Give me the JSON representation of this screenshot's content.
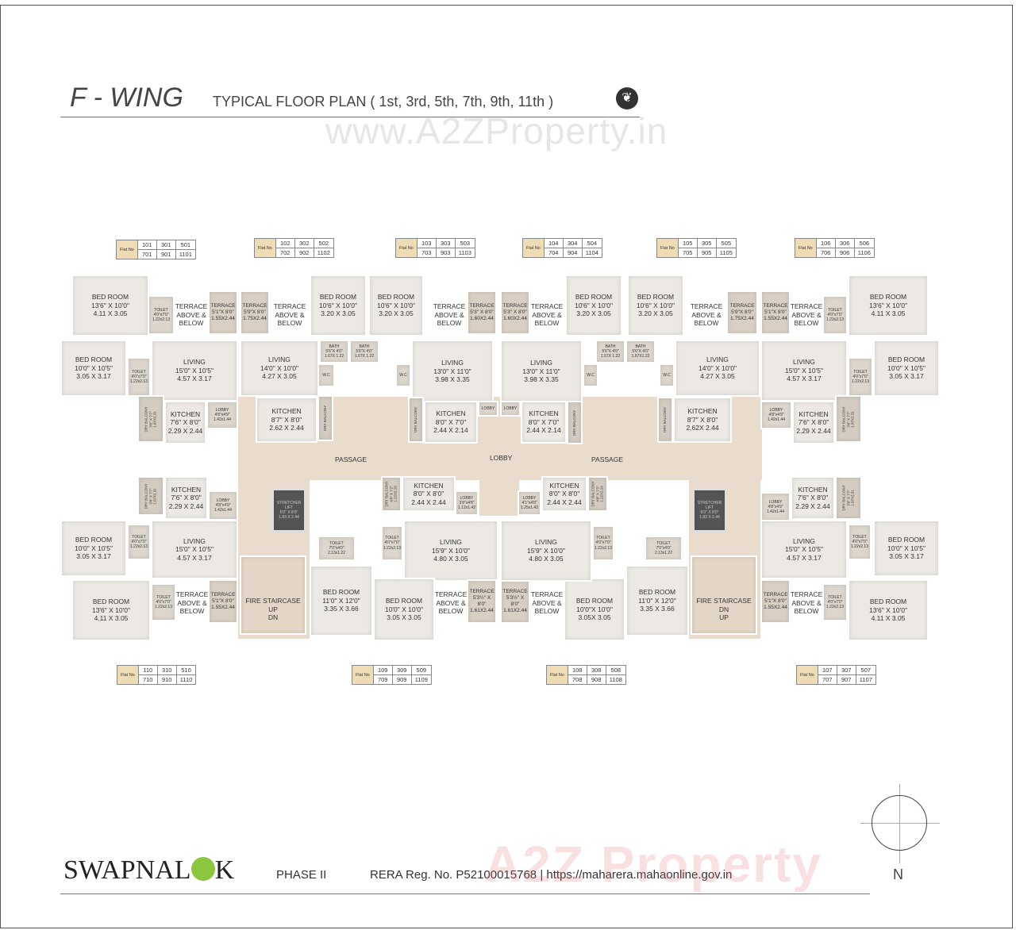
{
  "header": {
    "title": "F - WING",
    "subtitle": "TYPICAL FLOOR PLAN ( 1st, 3rd, 5th, 7th, 9th, 11th )",
    "watermark": "www.A2ZProperty.in",
    "icon": "leaf-icon"
  },
  "flat_label": "Flat No",
  "flat_tables_top": [
    [
      "101",
      "301",
      "501",
      "701",
      "901",
      "1101"
    ],
    [
      "102",
      "302",
      "502",
      "702",
      "902",
      "1102"
    ],
    [
      "103",
      "303",
      "503",
      "703",
      "903",
      "1103"
    ],
    [
      "104",
      "304",
      "504",
      "704",
      "904",
      "1104"
    ],
    [
      "105",
      "305",
      "505",
      "705",
      "905",
      "1105"
    ],
    [
      "106",
      "306",
      "506",
      "706",
      "906",
      "1106"
    ]
  ],
  "flat_tables_bottom": [
    [
      "110",
      "310",
      "510",
      "710",
      "910",
      "1110"
    ],
    [
      "109",
      "309",
      "509",
      "709",
      "909",
      "1109"
    ],
    [
      "108",
      "308",
      "508",
      "708",
      "908",
      "1108"
    ],
    [
      "107",
      "307",
      "507",
      "707",
      "907",
      "1107"
    ]
  ],
  "common": {
    "passage": "PASSAGE",
    "lobby": "LOBBY"
  },
  "rooms": [
    {
      "n": "BED ROOM",
      "i": "13'6\" X 10'0\"",
      "m": "4.11 X 3.05"
    },
    {
      "n": "TOILET",
      "i": "4'0\"x7'0\"",
      "m": "1.22x2.13"
    },
    {
      "n": "TERRACE ABOVE & BELOW",
      "i": "",
      "m": ""
    },
    {
      "n": "TERRACE",
      "i": "5'1\"X 8'0\"",
      "m": "1.55X2.44"
    },
    {
      "n": "BED ROOM",
      "i": "10'0\" X 10'5\"",
      "m": "3.05 X 3.17"
    },
    {
      "n": "TOILET",
      "i": "4'0\"x7'0\"",
      "m": "1.22x2.13"
    },
    {
      "n": "LIVING",
      "i": "15'0\" X 10'5\"",
      "m": "4.57 X 3.17"
    },
    {
      "n": "DRY BALCONY",
      "i": "3'6\" X 7'7\"",
      "m": "1.07X2.31"
    },
    {
      "n": "KITCHEN",
      "i": "7'6\" X 8'0\"",
      "m": "2.29 X 2.44"
    },
    {
      "n": "LOBBY",
      "i": "4'8\"x4'9\"",
      "m": "1.42x1.44"
    },
    {
      "n": "TERRACE",
      "i": "5'9\"X 8'0\"",
      "m": "1.75X2.44"
    },
    {
      "n": "TERRACE ABOVE & BELOW",
      "i": "",
      "m": ""
    },
    {
      "n": "BED ROOM",
      "i": "10'6\" X 10'0\"",
      "m": "3.20 X 3.05"
    },
    {
      "n": "LIVING",
      "i": "14'0\" X 10'0\"",
      "m": "4.27 X 3.05"
    },
    {
      "n": "BATH",
      "i": "5'6\"X 4'0\"",
      "m": "1.67X 1.22"
    },
    {
      "n": "W.C",
      "i": "",
      "m": ""
    },
    {
      "n": "DRY BALCONY",
      "i": "",
      "m": ""
    },
    {
      "n": "KITCHEN",
      "i": "8'7\" X 8'0\"",
      "m": "2.62 X 2.44"
    },
    {
      "n": "BED ROOM",
      "i": "10'6\" X 10'0\"",
      "m": "3.20 X 3.05"
    },
    {
      "n": "BATH",
      "i": "5'6\"X 4'0\"",
      "m": "1.67X 1.22"
    },
    {
      "n": "W.C",
      "i": "",
      "m": ""
    },
    {
      "n": "LIVING",
      "i": "13'0\" X 11'0\"",
      "m": "3.98 X 3.35"
    },
    {
      "n": "TERRACE ABOVE & BELOW",
      "i": "",
      "m": ""
    },
    {
      "n": "TERRACE",
      "i": "5'3\" X 8'0\"",
      "m": "1.60X2.44"
    },
    {
      "n": "DRY BALCONY",
      "i": "",
      "m": ""
    },
    {
      "n": "KITCHEN",
      "i": "8'0\" X 7'0\"",
      "m": "2.44 X 2.14"
    },
    {
      "n": "LOBBY",
      "i": "",
      "m": ""
    },
    {
      "n": "TERRACE",
      "i": "5'3\" X 8'0\"",
      "m": "1.60X2.44"
    },
    {
      "n": "TERRACE ABOVE & BELOW",
      "i": "",
      "m": ""
    },
    {
      "n": "BED ROOM",
      "i": "10'6\" X 10'0\"",
      "m": "3.20 X 3.05"
    },
    {
      "n": "LIVING",
      "i": "13'0\" X 11'0\"",
      "m": "3.98 X 3.35"
    },
    {
      "n": "LOBBY",
      "i": "",
      "m": ""
    },
    {
      "n": "KITCHEN",
      "i": "8'0\" X 7'0\"",
      "m": "2.44 X 2.14"
    },
    {
      "n": "DRY BALCONY",
      "i": "",
      "m": ""
    },
    {
      "n": "W.C",
      "i": "",
      "m": ""
    },
    {
      "n": "BATH",
      "i": "5'6\"X 4'0\"",
      "m": "1.67X 1.22"
    },
    {
      "n": "BED ROOM",
      "i": "10'6\" X 10'0\"",
      "m": "3.20 X 3.05"
    },
    {
      "n": "BATH",
      "i": "5'6\"X 4'0\"",
      "m": "1.67X1.22"
    },
    {
      "n": "W.C",
      "i": "",
      "m": ""
    },
    {
      "n": "LIVING",
      "i": "14'0\" X 10'0\"",
      "m": "4.27 X 3.05"
    },
    {
      "n": "TERRACE ABOVE & BELOW",
      "i": "",
      "m": ""
    },
    {
      "n": "TERRACE",
      "i": "5'9\"X 8'0\"",
      "m": "1.75X2.44"
    },
    {
      "n": "DRY BALCONY",
      "i": "",
      "m": ""
    },
    {
      "n": "KITCHEN",
      "i": "8'7\" X 8'0\"",
      "m": "2.62X 2.44"
    },
    {
      "n": "TERRACE",
      "i": "5'1\"X 8'0\"",
      "m": "1.55X2.44"
    },
    {
      "n": "TERRACE ABOVE & BELOW",
      "i": "",
      "m": ""
    },
    {
      "n": "TOILET",
      "i": "4'0\"x7'0\"",
      "m": "1.22x2.13"
    },
    {
      "n": "BED ROOM",
      "i": "13'6\" X 10'0\"",
      "m": "4.11 X 3.05"
    },
    {
      "n": "LIVING",
      "i": "15'0\" X 10'5\"",
      "m": "4.57 X 3.17"
    },
    {
      "n": "TOILET",
      "i": "4'0\"x7'0\"",
      "m": "1.22x2.13"
    },
    {
      "n": "BED ROOM",
      "i": "10'0\" X 10'5\"",
      "m": "3.05 X 3.17"
    },
    {
      "n": "LOBBY",
      "i": "4'8\"x4'9\"",
      "m": "1.42x1.44"
    },
    {
      "n": "KITCHEN",
      "i": "7'6\" X 8'0\"",
      "m": "2.29 X 2.44"
    },
    {
      "n": "DRY BALCONY",
      "i": "3'6\" X 7'7\"",
      "m": "1.07X2.31"
    },
    {
      "n": "DRY BALCONY",
      "i": "3'6\" X 7'7\"",
      "m": "1.07X2.31"
    },
    {
      "n": "KITCHEN",
      "i": "7'6\" X 8'0\"",
      "m": "2.29 X 2.44"
    },
    {
      "n": "LOBBY",
      "i": "4'8\"x4'9\"",
      "m": "1.42x1.44"
    },
    {
      "n": "BED ROOM",
      "i": "10'0\" X 10'5\"",
      "m": "3.05 X 3.17"
    },
    {
      "n": "TOILET",
      "i": "4'0\"x7'0\"",
      "m": "1.22x2.13"
    },
    {
      "n": "LIVING",
      "i": "15'0\" X 10'5\"",
      "m": "4.57 X 3.17"
    },
    {
      "n": "BED ROOM",
      "i": "13'6\" X 10'0\"",
      "m": "4.11 X 3.05"
    },
    {
      "n": "TOILET",
      "i": "4'0\"x7'0\"",
      "m": "1.22x2.13"
    },
    {
      "n": "TERRACE ABOVE & BELOW",
      "i": "",
      "m": ""
    },
    {
      "n": "TERRACE",
      "i": "5'1\"X 8'0\"",
      "m": "1.55X2.44"
    },
    {
      "n": "STRETCHER LIFT",
      "i": "6'0\" X 8'0\"",
      "m": "1.83 X 2.44"
    },
    {
      "n": "FIRE STAIRCASE",
      "i": "UP",
      "m": "DN"
    },
    {
      "n": "DRY BALCONY",
      "i": "4'0\" X 7'2\"",
      "m": "1.22X2.19"
    },
    {
      "n": "KITCHEN",
      "i": "8'0\" X 8'0\"",
      "m": "2.44 X 2.44"
    },
    {
      "n": "LOBBY",
      "i": "3'8\"x4'8\"",
      "m": "1.12x1.42"
    },
    {
      "n": "TOILET",
      "i": "4'0\"x7'0\"",
      "m": "1.22x2.13"
    },
    {
      "n": "TOILET",
      "i": "7'0\"x4'0\"",
      "m": "2.13x1.22"
    },
    {
      "n": "LIVING",
      "i": "15'9\" X 10'0\"",
      "m": "4.80 X 3.05"
    },
    {
      "n": "BED ROOM",
      "i": "11'0\" X 12'0\"",
      "m": "3.35 X 3.66"
    },
    {
      "n": "BED ROOM",
      "i": "10'0\" X 10'0\"",
      "m": "3.05 X 3.05"
    },
    {
      "n": "TERRACE ABOVE & BELOW",
      "i": "",
      "m": ""
    },
    {
      "n": "TERRACE",
      "i": "5'3½\" X 8'0\"",
      "m": "1.61X2.44"
    },
    {
      "n": "TERRACE",
      "i": "5'3½\" X 8'0\"",
      "m": "1.61X2.44"
    },
    {
      "n": "TERRACE ABOVE & BELOW",
      "i": "",
      "m": ""
    },
    {
      "n": "BED ROOM",
      "i": "10'0\"X 10'0\"",
      "m": "3.05X 3.05"
    },
    {
      "n": "BED ROOM",
      "i": "11'0\" X 12'0\"",
      "m": "3.35 X 3.66"
    },
    {
      "n": "LIVING",
      "i": "15'9\" X 10'0\"",
      "m": "4.80 X 3.05"
    },
    {
      "n": "LOBBY",
      "i": "4'1\"x4'8\"",
      "m": "1.25x1.42"
    },
    {
      "n": "KITCHEN",
      "i": "8'0\" X 8'0\"",
      "m": "2.44 X 2.44"
    },
    {
      "n": "DRY BALCONY",
      "i": "4'0\" X 7'2\"",
      "m": "1.22X2.19"
    },
    {
      "n": "TOILET",
      "i": "4'0\"x7'0\"",
      "m": "1.22x2.13"
    },
    {
      "n": "TOILET",
      "i": "7'0\"x4'0\"",
      "m": "2.13x1.22"
    },
    {
      "n": "STRETCHER LIFT",
      "i": "6'0\" X 8'0\"",
      "m": "1.83 X 2.44"
    },
    {
      "n": "FIRE STAIRCASE",
      "i": "DN",
      "m": "UP"
    },
    {
      "n": "LOBBY",
      "i": "4'8\"x4'9\"",
      "m": "1.42x1.44"
    },
    {
      "n": "KITCHEN",
      "i": "7'6\" X 8'0\"",
      "m": "2.29 X 2.44"
    },
    {
      "n": "DRY BALCONY",
      "i": "3'6\" X 7'7\"",
      "m": "1.07X2.31"
    },
    {
      "n": "LIVING",
      "i": "15'0\" X 10'5\"",
      "m": "4.57 X 3.17"
    },
    {
      "n": "TOILET",
      "i": "4'0\"x7'0\"",
      "m": "1.22x2.13"
    },
    {
      "n": "BED ROOM",
      "i": "10'0\" X 10'5\"",
      "m": "3.05 X 3.17"
    },
    {
      "n": "TERRACE",
      "i": "5'1\"X 8'0\"",
      "m": "1.55X2.44"
    },
    {
      "n": "TERRACE ABOVE & BELOW",
      "i": "",
      "m": ""
    },
    {
      "n": "TOILET",
      "i": "4'0\"x7'0\"",
      "m": "1.22x2.13"
    },
    {
      "n": "BED ROOM",
      "i": "13'6\" X 10'0\"",
      "m": "4.11 X 3.05"
    }
  ],
  "footer": {
    "brand": "SWAPNAL",
    "brand_end": "K",
    "phase": "PHASE II",
    "rera": "RERA Reg. No. P52100015768  |  https://maharera.mahaonline.gov.in",
    "watermark": "A2Z Property",
    "north": "N"
  },
  "colors": {
    "core": "#eadccd",
    "room": "#ece9e4",
    "flat_header": "#efdcb5",
    "logo_green": "#8cc63f"
  }
}
